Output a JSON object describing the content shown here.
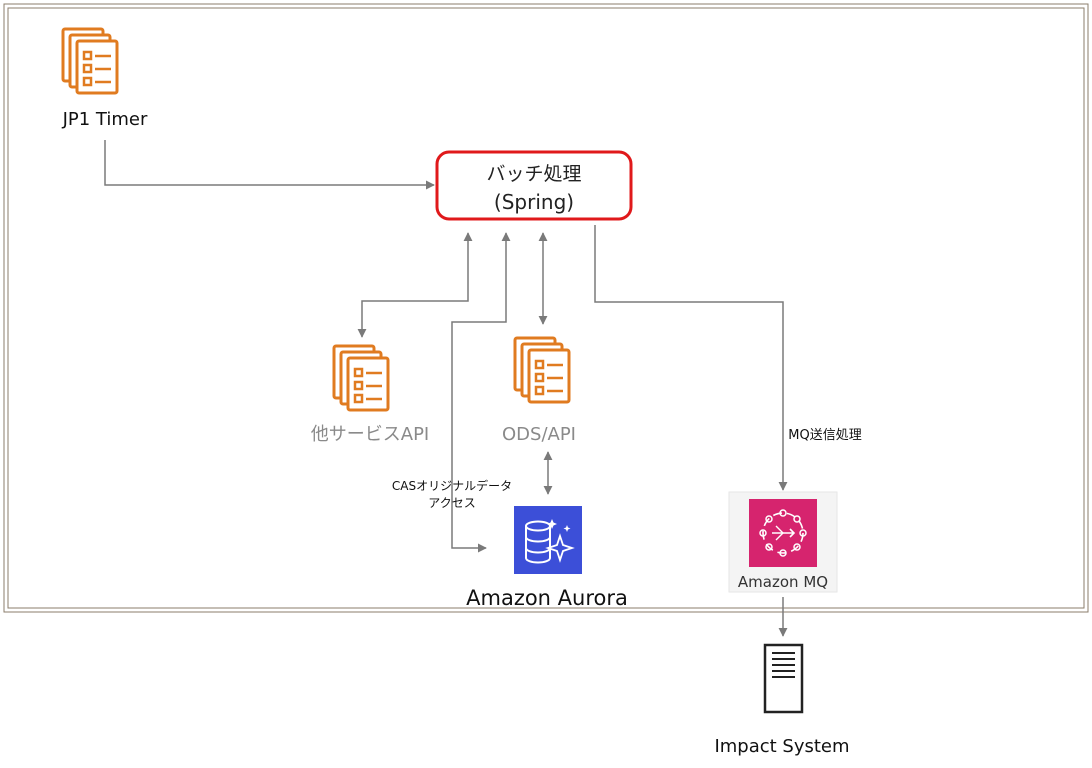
{
  "nodes": {
    "jp1_timer": {
      "label": "JP1 Timer"
    },
    "batch": {
      "line1": "バッチ処理",
      "line2": "(Spring)"
    },
    "other_service_api": {
      "label": "他サービスAPI"
    },
    "ods_api": {
      "label": "ODS/API"
    },
    "aurora": {
      "label": "Amazon Aurora"
    },
    "amazon_mq": {
      "label": "Amazon MQ"
    },
    "impact_system": {
      "label": "Impact System"
    }
  },
  "edges": {
    "cas_access": {
      "line1": "CASオリジナルデータ",
      "line2": "アクセス"
    },
    "mq_send": {
      "label": "MQ送信処理"
    }
  },
  "colors": {
    "doc_icon": "#e07b20",
    "batch_border": "#e0191b",
    "aurora_bg": "#3c4fd8",
    "mq_bg": "#d6246e",
    "arrow": "#7a7a7a",
    "frame": "#8b7d6b"
  },
  "icons": {
    "jp1_timer": "document-list-icon",
    "other_service_api": "document-list-icon",
    "ods_api": "document-list-icon",
    "aurora": "aurora-database-icon",
    "amazon_mq": "message-queue-icon",
    "impact_system": "server-icon"
  }
}
